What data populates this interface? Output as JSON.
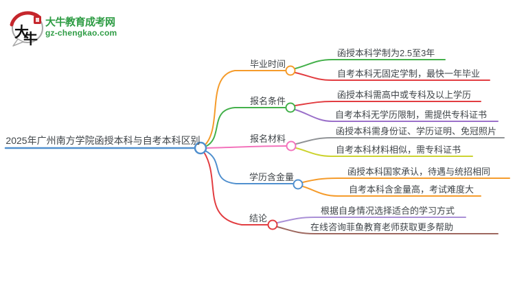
{
  "logo": {
    "site_name": "大牛教育成考网",
    "site_domain": "gz-chengkao.com",
    "bubble_char_1": "大",
    "bubble_char_2": "牛",
    "brand_green": "#2e9c44",
    "brand_red": "#c5262c"
  },
  "mindmap": {
    "root": {
      "label": "2025年广州南方学院函授本科与自考本科区别",
      "color": "#4f8fce"
    },
    "branches": [
      {
        "label": "毕业时间",
        "color": "#f59b2a",
        "children": [
          {
            "label": "函授本科学制为2.5至3年",
            "color": "#43b04a"
          },
          {
            "label": "自考本科无固定学制，最快一年毕业",
            "color": "#e23c40"
          }
        ]
      },
      {
        "label": "报名条件",
        "color": "#43b04a",
        "children": [
          {
            "label": "函授本科需高中或专科及以上学历",
            "color": "#e23c40"
          },
          {
            "label": "自考本科无学历限制，需提供专科证书",
            "color": "#9a6fc9"
          }
        ]
      },
      {
        "label": "报名材料",
        "color": "#f372bb",
        "children": [
          {
            "label": "函授本科需身份证、学历证明、免冠照片",
            "color": "#909396"
          },
          {
            "label": "自考本科材料相似，需专科证书",
            "color": "#ccd32f"
          }
        ]
      },
      {
        "label": "学历含金量",
        "color": "#4f8fce",
        "children": [
          {
            "label": "函授本科国家承认，待遇与统招相同",
            "color": "#f59b2a"
          },
          {
            "label": "自考本科含金量高，考试难度大",
            "color": "#f59b2a"
          }
        ]
      },
      {
        "label": "结论",
        "color": "#e23c40",
        "children": [
          {
            "label": "根据自身情况选择适合的学习方式",
            "color": "#a98fd6"
          },
          {
            "label": "在线咨询菲鱼教育老师获取更多帮助",
            "color": "#9d675e"
          }
        ]
      }
    ]
  }
}
